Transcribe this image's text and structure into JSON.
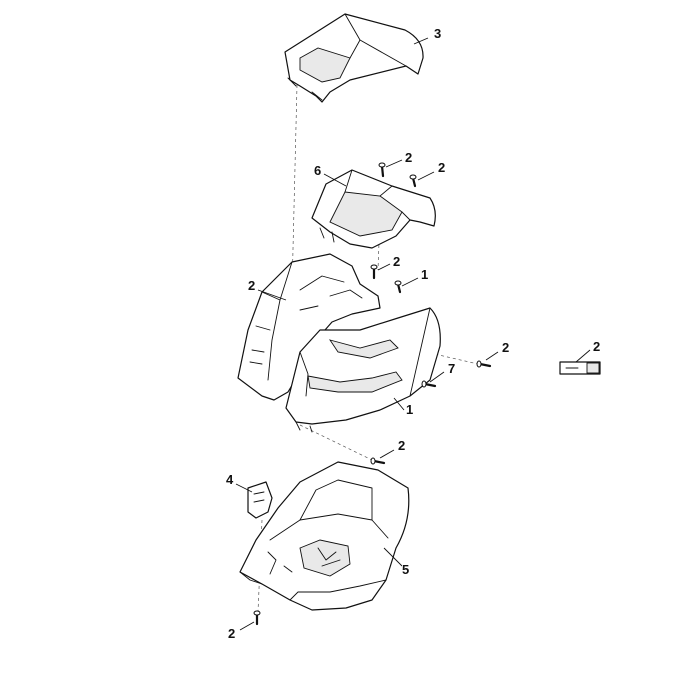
{
  "diagram": {
    "callouts": [
      {
        "id": "c3",
        "label": "3"
      },
      {
        "id": "c6",
        "label": "6"
      },
      {
        "id": "c2a",
        "label": "2"
      },
      {
        "id": "c2b",
        "label": "2"
      },
      {
        "id": "c2c",
        "label": "2"
      },
      {
        "id": "c2d",
        "label": "2"
      },
      {
        "id": "c1a",
        "label": "1"
      },
      {
        "id": "c2e",
        "label": "2"
      },
      {
        "id": "c2f",
        "label": "2"
      },
      {
        "id": "c7",
        "label": "7"
      },
      {
        "id": "c1b",
        "label": "1"
      },
      {
        "id": "c2g",
        "label": "2"
      },
      {
        "id": "c4",
        "label": "4"
      },
      {
        "id": "c5",
        "label": "5"
      },
      {
        "id": "c2h",
        "label": "2"
      }
    ]
  }
}
